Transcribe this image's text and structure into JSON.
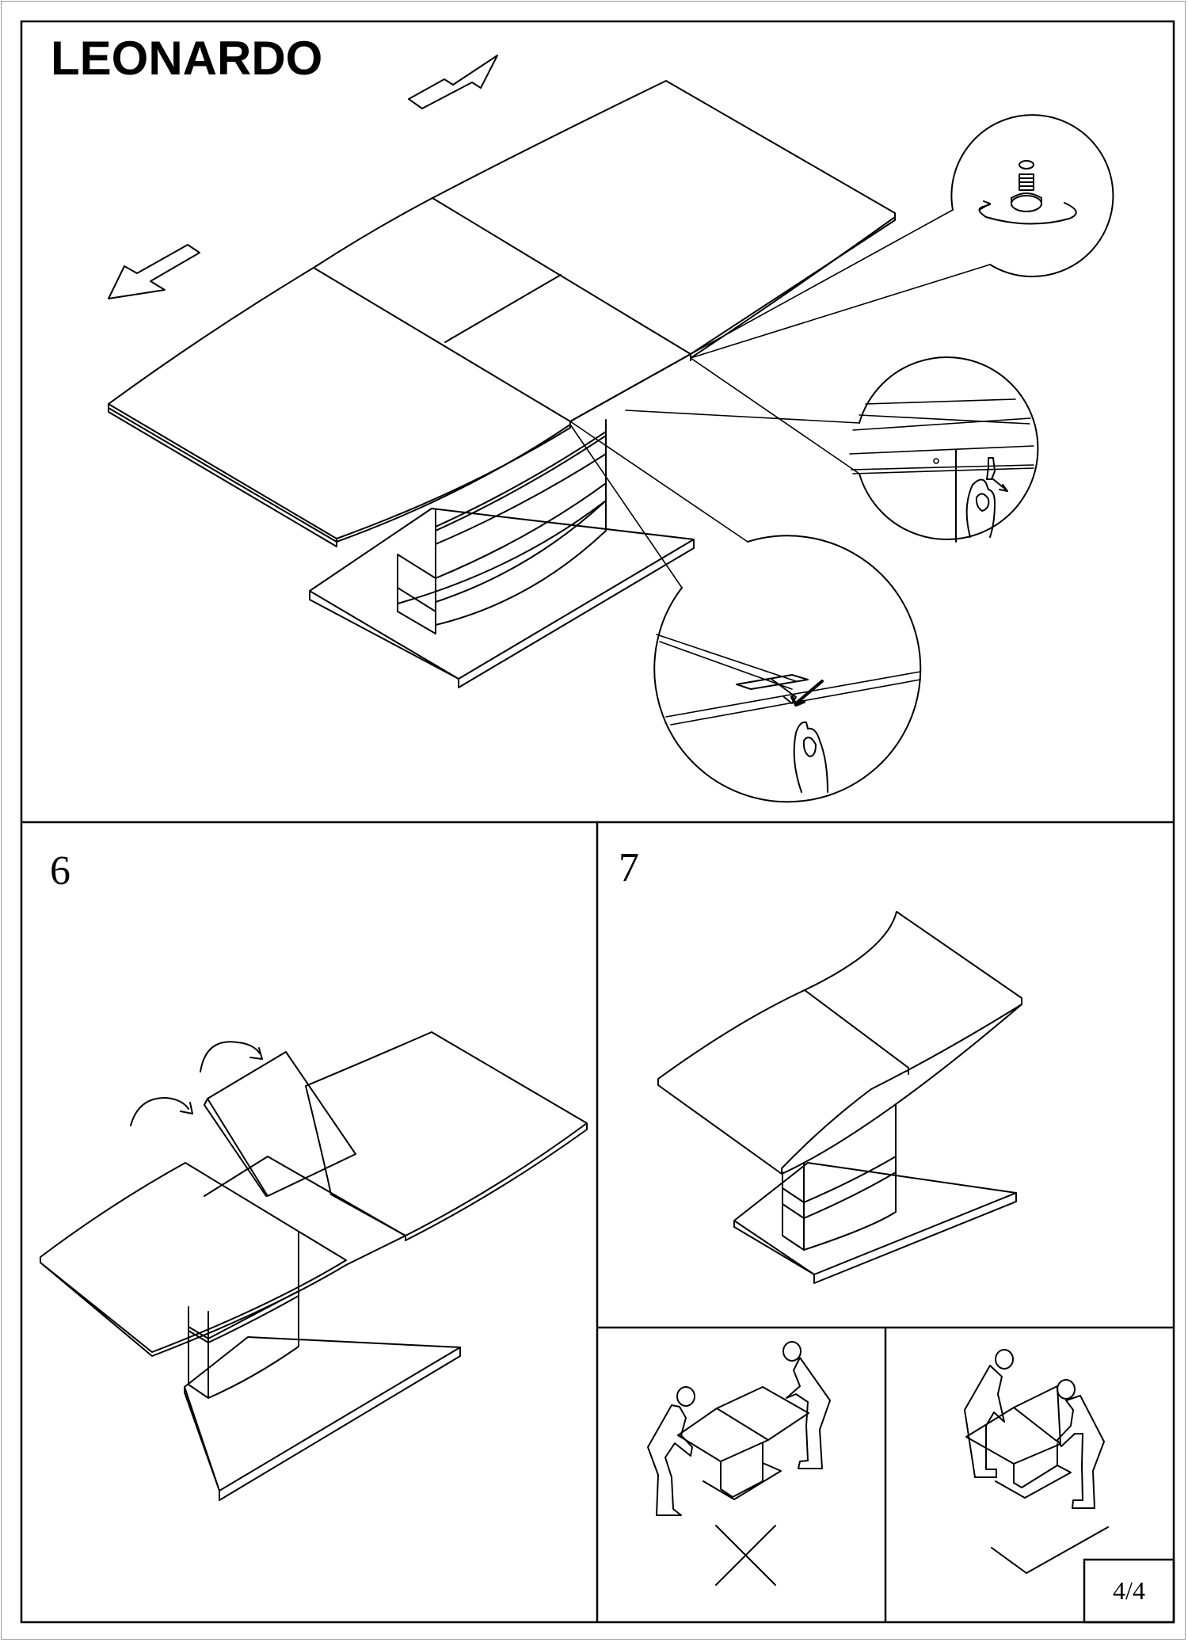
{
  "document": {
    "product_name": "LEONARDO",
    "page_indicator": "4/4",
    "accent_color": "#000000",
    "background_color": "#ffffff"
  },
  "panels": {
    "overview": {
      "label": "",
      "illustration": "extendable-table-pulled-apart",
      "callouts": [
        {
          "name": "leveling-screw-callout",
          "depicts": "adjustable leveling foot with rotation arrow"
        },
        {
          "name": "side-latch-callout",
          "depicts": "hand releasing latch under tabletop edge"
        },
        {
          "name": "center-latch-callout",
          "depicts": "hand releasing center locking latch"
        }
      ],
      "direction_arrows": [
        "arrow-up-right",
        "arrow-down-left"
      ]
    },
    "step6": {
      "label": "6",
      "illustration": "table-extension-leaf-unfolding",
      "arrows": [
        "curved-arrow-upper",
        "curved-arrow-lower"
      ]
    },
    "step7": {
      "label": "7",
      "illustration": "table-fully-extended"
    },
    "carry_wrong": {
      "illustration": "two-people-carrying-table-by-top",
      "mark": "cross-mark"
    },
    "carry_right": {
      "illustration": "two-people-carrying-table-by-base",
      "mark": "check-mark"
    }
  }
}
